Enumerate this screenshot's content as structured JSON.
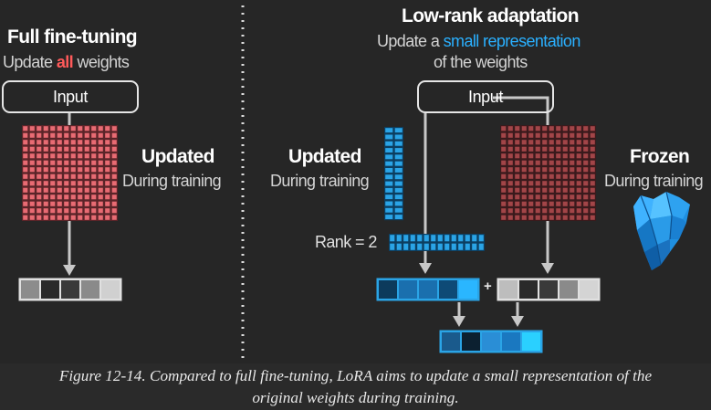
{
  "left": {
    "title": "Full fine-tuning",
    "subtitle_pre": "Update ",
    "subtitle_highlight": "all",
    "subtitle_post": " weights",
    "input_label": "Input",
    "matrix_label": "Updated",
    "matrix_sublabel": "During training",
    "colors": {
      "matrix": "#e86b73",
      "highlight": "#ff5a5a"
    }
  },
  "right": {
    "title": "Low-rank adaptation",
    "subtitle_pre": "Update a ",
    "subtitle_highlight": "small representation",
    "subtitle_line2": "of the weights",
    "input_label": "Input",
    "updated_label": "Updated",
    "updated_sublabel": "During training",
    "frozen_label": "Frozen",
    "frozen_sublabel": "During training",
    "rank_label": "Rank = 2",
    "plus": "+",
    "colors": {
      "lora": "#2aa4e6",
      "frozen": "#a24548",
      "highlight": "#2ab0ff"
    }
  },
  "caption": {
    "line1": "Figure 12-14. Compared to full fine-tuning, LoRA aims to update a small representation of the",
    "line2": "original weights during training."
  }
}
